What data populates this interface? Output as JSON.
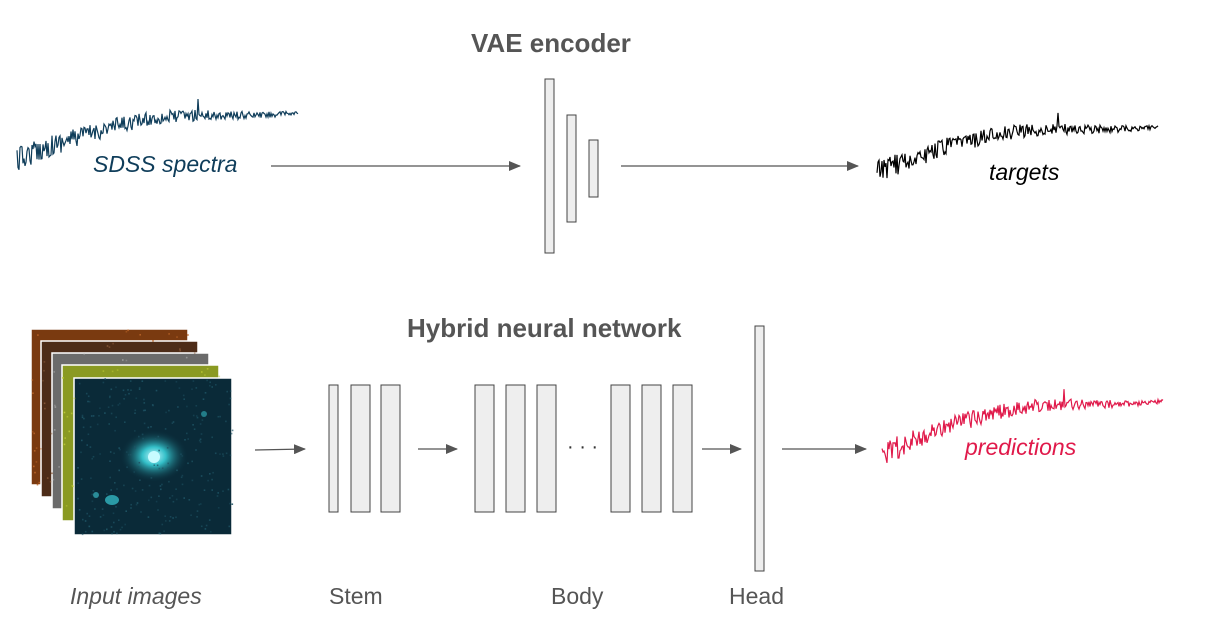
{
  "titles": {
    "vae": "VAE encoder",
    "hybrid": "Hybrid neural network"
  },
  "spectra": {
    "sdss": {
      "label": "SDSS spectra",
      "color": "#0f3d5a"
    },
    "targets": {
      "label": "targets",
      "color": "#000000"
    },
    "predictions": {
      "label": "predictions",
      "color": "#e0194a"
    }
  },
  "captions": {
    "input_images": "Input images",
    "stem": "Stem",
    "body": "Body",
    "head": "Head"
  },
  "ellipsis": "· · ·",
  "colors": {
    "layer_fill": "#eeeeee",
    "layer_stroke": "#444444",
    "arrow": "#555555",
    "title_text": "#555555",
    "image_colors": [
      "#7a3a10",
      "#4d2c18",
      "#6b6b6b",
      "#8a9a22",
      "#0a2a38"
    ]
  }
}
